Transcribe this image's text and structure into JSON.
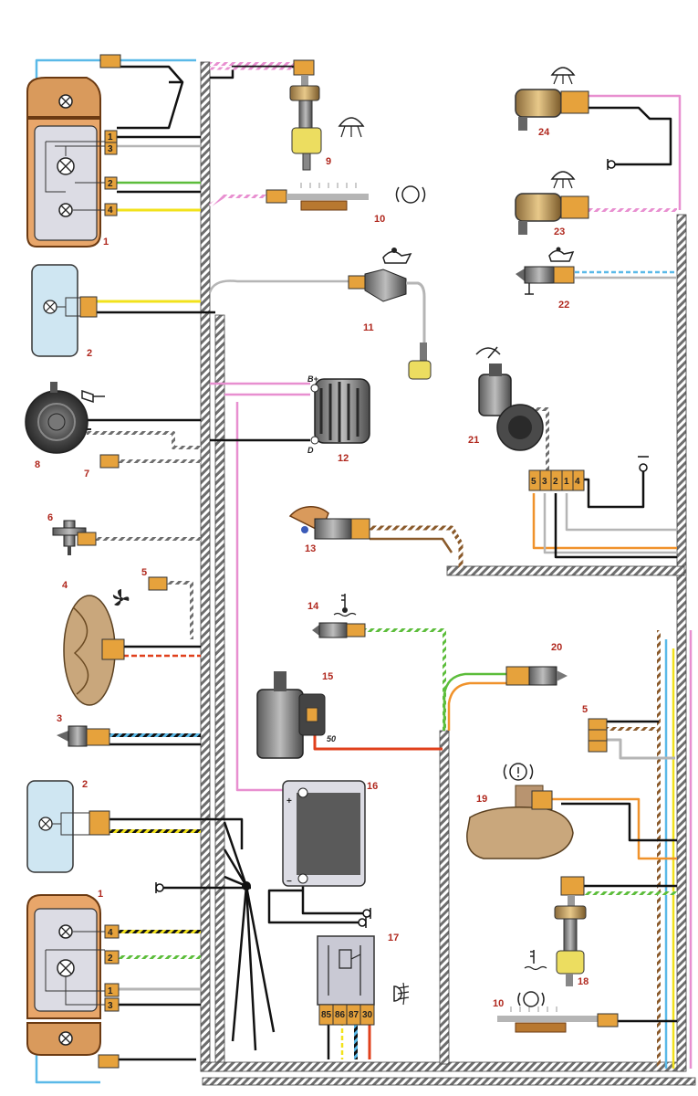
{
  "labels": {
    "headlamp_top": "1",
    "headlamp_bottom": "1",
    "sidelight_top": "2",
    "sidelight_bottom": "2",
    "sensor_3": "3",
    "fan_motor": "4",
    "connector_5_left": "5",
    "connector_5_right": "5",
    "switch_6": "6",
    "connector_7": "7",
    "horn": "8",
    "washer_pump": "9",
    "brake_pad_sensor_top": "10",
    "brake_pad_sensor_bottom": "10",
    "oil_pressure_sender": "11",
    "alternator": "12",
    "headlamp_cleaner": "13",
    "coolant_temp_sensor": "14",
    "starter": "15",
    "battery": "16",
    "relay": "17",
    "brake_fluid_sensor": "18",
    "brake_booster": "19",
    "sensor_20": "20",
    "wiper_motor": "21",
    "oil_level_sensor": "22",
    "washer_motor_23": "23",
    "washer_motor_24": "24"
  },
  "pins": {
    "headlamp_top": [
      "1",
      "3",
      "2",
      "4"
    ],
    "headlamp_bottom": [
      "4",
      "2",
      "1",
      "3"
    ],
    "wiper_connector": [
      "5",
      "3",
      "2",
      "1",
      "4"
    ],
    "relay": [
      "85",
      "86",
      "87",
      "30"
    ]
  },
  "terminals": {
    "alt_b": "B+",
    "alt_d": "D",
    "starter_50": "50",
    "batt_plus": "+",
    "batt_minus": "−"
  },
  "colors": {
    "harness": "#8a8a8a",
    "housing": "#d99a5c",
    "connector": "#e6a23c",
    "label": "#b0281e",
    "wire_black": "#111111",
    "wire_yellow": "#f2e21b",
    "wire_pink": "#e88fd0",
    "wire_green": "#5cbd3b",
    "wire_blue": "#5ab9e8",
    "wire_red": "#e0401c",
    "wire_orange": "#f0922b",
    "wire_brown": "#8a5a2b",
    "wire_grey": "#b5b5b5"
  }
}
